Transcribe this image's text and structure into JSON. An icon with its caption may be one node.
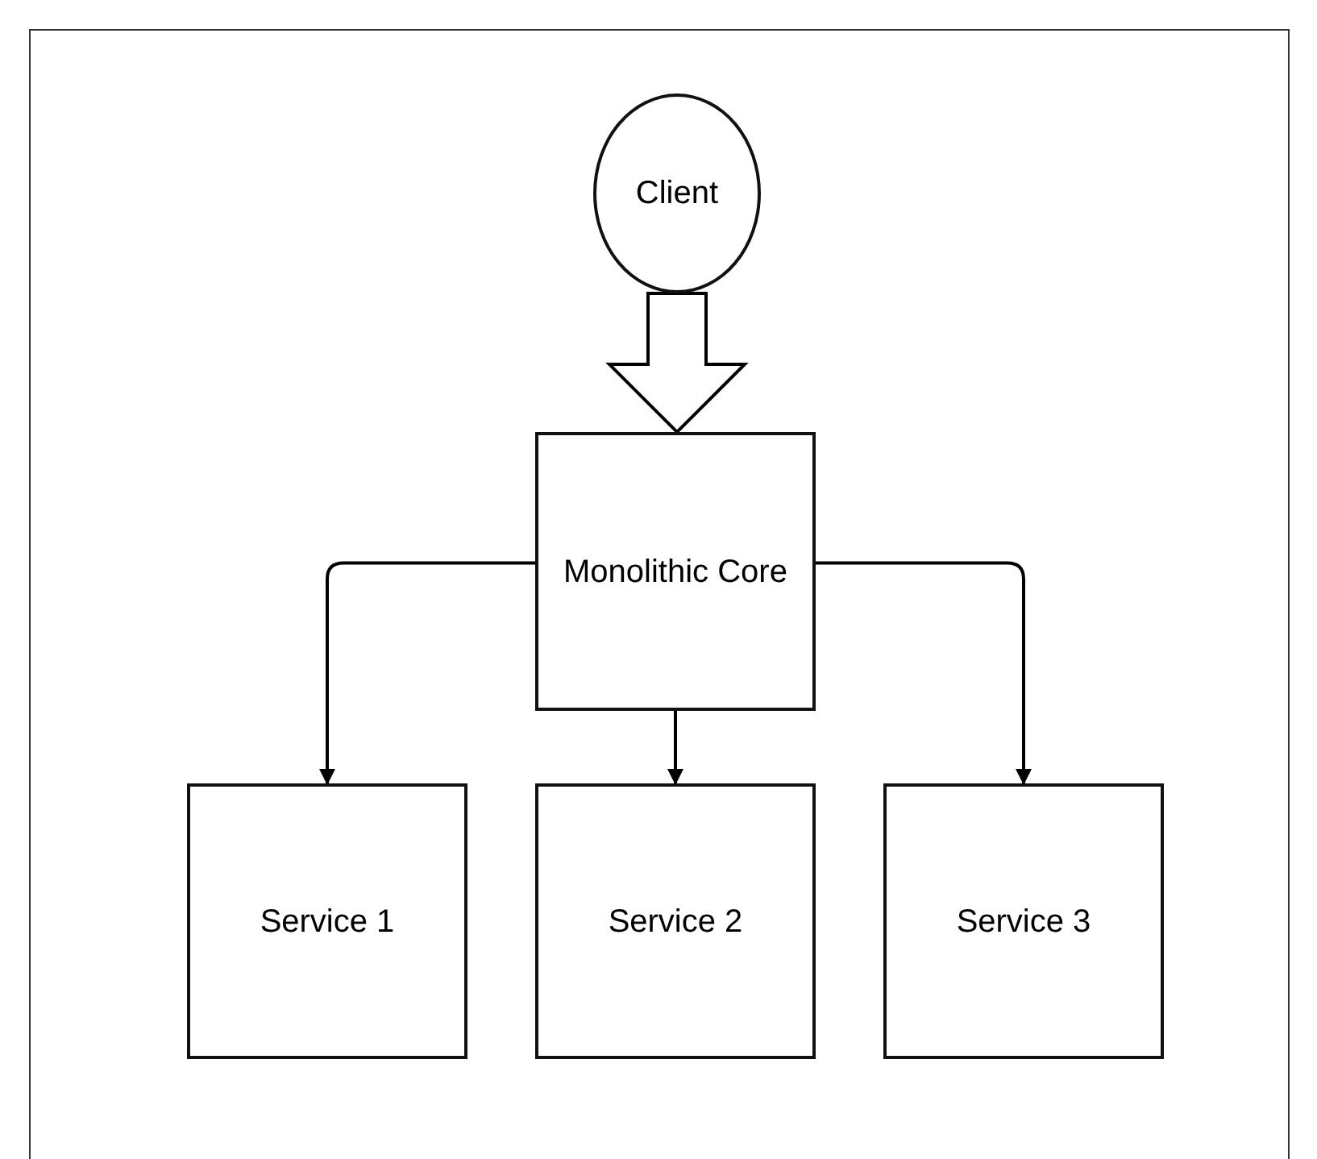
{
  "diagram": {
    "nodes": [
      {
        "text": [
          "Client"
        ]
      },
      {
        "text": [
          "Monolithic Core"
        ]
      },
      {
        "text": [
          "Service 1"
        ]
      },
      {
        "text": [
          "Service 2"
        ]
      },
      {
        "text": [
          "Service 3"
        ]
      }
    ],
    "edges": [
      {
        "from": 0,
        "to": 1,
        "arrow": "to",
        "style": "thick"
      },
      {
        "from": 1,
        "to": 2,
        "arrow": "to"
      },
      {
        "from": 1,
        "to": 3,
        "arrow": "to"
      },
      {
        "from": 1,
        "to": 4,
        "arrow": "to"
      }
    ]
  }
}
